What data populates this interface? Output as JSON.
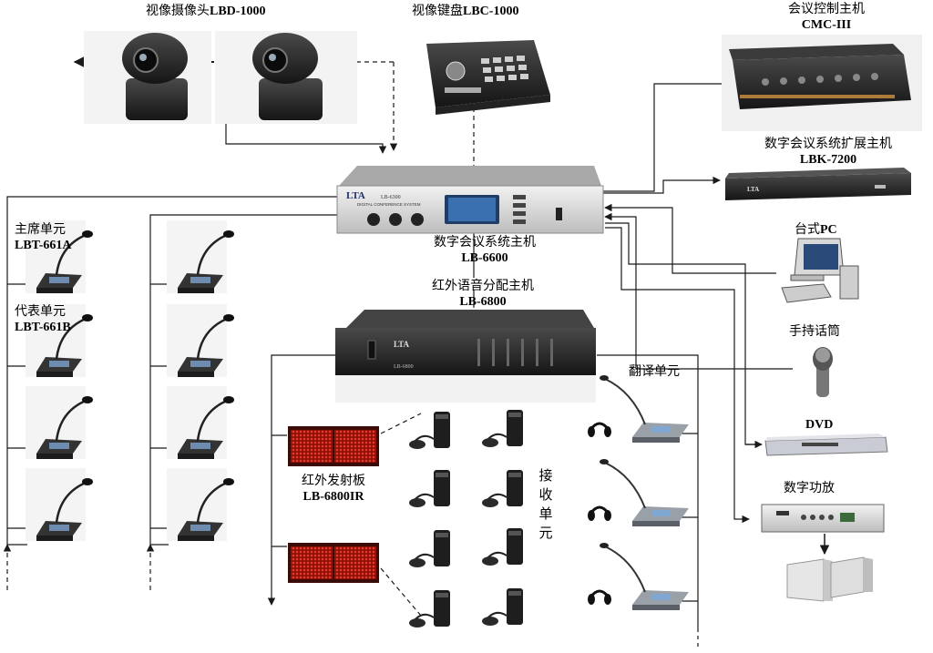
{
  "labels": {
    "camera": {
      "name": "视像摄像头",
      "model": "LBD-1000"
    },
    "keyboard": {
      "name": "视像键盘",
      "model": "LBC-1000"
    },
    "cmc": {
      "name": "会议控制主机",
      "model": "CMC-III"
    },
    "lbk": {
      "name": "数字会议系统扩展主机",
      "model": "LBK-7200"
    },
    "host": {
      "name": "数字会议系统主机",
      "model": "LB-6600"
    },
    "ir_host": {
      "name": "红外语音分配主机",
      "model": "LB-6800"
    },
    "chairman": {
      "name": "主席单元",
      "model": "LBT-661A"
    },
    "delegate": {
      "name": "代表单元",
      "model": "LBT-661B"
    },
    "pc": {
      "name": "台式",
      "model": "PC"
    },
    "handheld_mic": {
      "name": "手持话筒"
    },
    "dvd": {
      "model": "DVD"
    },
    "amplifier": {
      "name": "数字功放"
    },
    "translator": {
      "name": "翻译单元"
    },
    "ir_emitter": {
      "name": "红外发射板",
      "model": "LB-6800IR"
    },
    "receiver_chars": [
      "接",
      "收",
      "单",
      "元"
    ]
  },
  "device_text": {
    "host_brand": "LTA",
    "host_model": "LB-6300",
    "host_caption": "DIGITAL CONFERENCE SYSTEM",
    "ir_brand": "LTA",
    "ir_model": "LB-6800",
    "lbk_brand": "LTA"
  },
  "colors": {
    "wire": "#1a1a1a",
    "device_dark": "#2a2a2a",
    "device_silver": "#d9d9d9",
    "emitter_red": "#b3180f",
    "screen_blue": "#3a6fb0"
  }
}
